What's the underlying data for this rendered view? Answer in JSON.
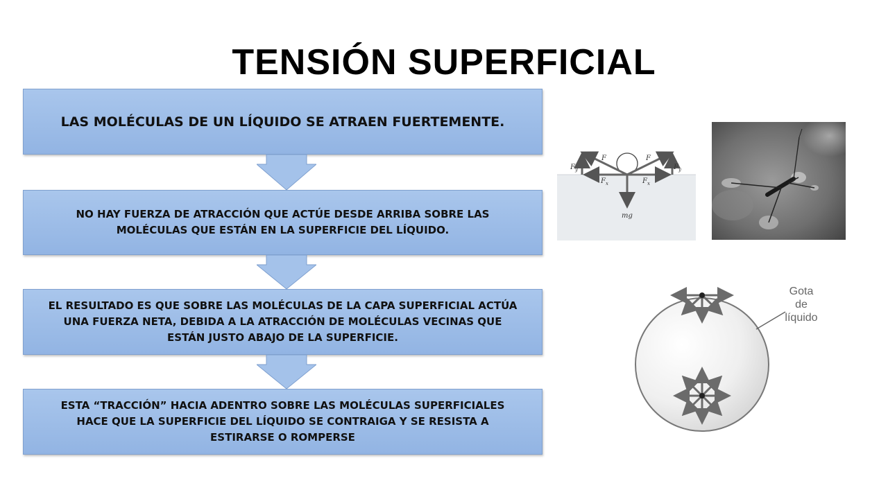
{
  "slide": {
    "title": "TENSIÓN SUPERFICIAL"
  },
  "flow": {
    "step1": "LAS MOLÉCULAS DE UN LÍQUIDO SE ATRAEN FUERTEMENTE.",
    "step2": "NO HAY FUERZA DE ATRACCIÓN QUE ACTÚE DESDE ARRIBA SOBRE LAS MOLÉCULAS QUE ESTÁN EN LA SUPERFICIE DEL LÍQUIDO.",
    "step3": "EL RESULTADO ES QUE SOBRE LAS MOLÉCULAS DE LA CAPA SUPERFICIAL ACTÚA UNA FUERZA NETA, DEBIDA A LA ATRACCIÓN DE MOLÉCULAS VECINAS QUE ESTÁN JUSTO ABAJO DE LA SUPERFICIE.",
    "step4": "ESTA “TRACCIÓN” HACIA ADENTRO SOBRE LAS MOLÉCULAS SUPERFICIALES HACE QUE LA SUPERFICIE DEL LÍQUIDO SE CONTRAIGA Y SE RESISTA A ESTIRARSE O ROMPERSE"
  },
  "force_diagram": {
    "label_f_left": "F",
    "label_f_right": "F",
    "label_fy": "F",
    "label_fy_sub": "y",
    "label_fx": "F",
    "label_fx_sub": "x",
    "label_mg": "mg"
  },
  "drop_diagram": {
    "label_line1": "Gota",
    "label_line2": "de",
    "label_line3": "líquido"
  },
  "colors": {
    "box_fill": "#9dbde8",
    "arrow_fill": "#a4c2ea"
  }
}
